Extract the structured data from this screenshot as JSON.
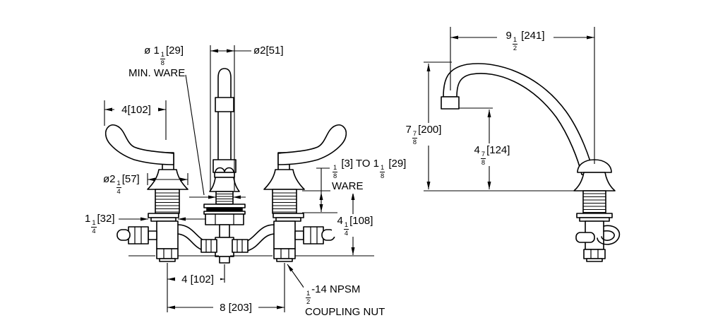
{
  "colors": {
    "background": "#ffffff",
    "line": "#000000"
  },
  "front_view": {
    "labels": {
      "min_ware": {
        "line1": [
          "ø 1",
          {
            "n": "1",
            "d": "8"
          },
          "[29]"
        ],
        "line2": [
          "MIN. WARE"
        ]
      },
      "spout_base_dia": {
        "line1": [
          "ø2[51]"
        ]
      },
      "handle_length": {
        "line1": [
          "4[102]"
        ]
      },
      "handle_bell_dia": {
        "line1": [
          "ø2",
          {
            "n": "1",
            "d": "4"
          },
          "[57]"
        ]
      },
      "shank_flange_dia": {
        "line1": [
          "1",
          {
            "n": "1",
            "d": "4"
          },
          "[32]"
        ]
      },
      "ware_thickness": {
        "line1": [
          {
            "n": "1",
            "d": "8"
          },
          " [3] TO 1",
          {
            "n": "1",
            "d": "8"
          },
          " [29]"
        ],
        "line2": [
          "WARE"
        ]
      },
      "below_deck_length": {
        "line1": [
          "4",
          {
            "n": "1",
            "d": "4"
          },
          "[108]"
        ]
      },
      "handle_to_center": {
        "line1": [
          "4 [102]"
        ]
      },
      "handle_to_handle": {
        "line1": [
          "8 [203]"
        ]
      },
      "coupling_nut": {
        "line1": [
          {
            "n": "1",
            "d": "2"
          },
          "-14 NPSM"
        ],
        "line2": [
          "COUPLING NUT"
        ]
      }
    }
  },
  "side_view": {
    "labels": {
      "spout_reach": {
        "line1": [
          "9",
          {
            "n": "1",
            "d": "2"
          },
          " [241]"
        ]
      },
      "spout_height": {
        "line1": [
          "7",
          {
            "n": "7",
            "d": "8"
          },
          "[200]"
        ]
      },
      "outlet_height": {
        "line1": [
          "4",
          {
            "n": "7",
            "d": "8"
          },
          "[124]"
        ]
      }
    }
  }
}
